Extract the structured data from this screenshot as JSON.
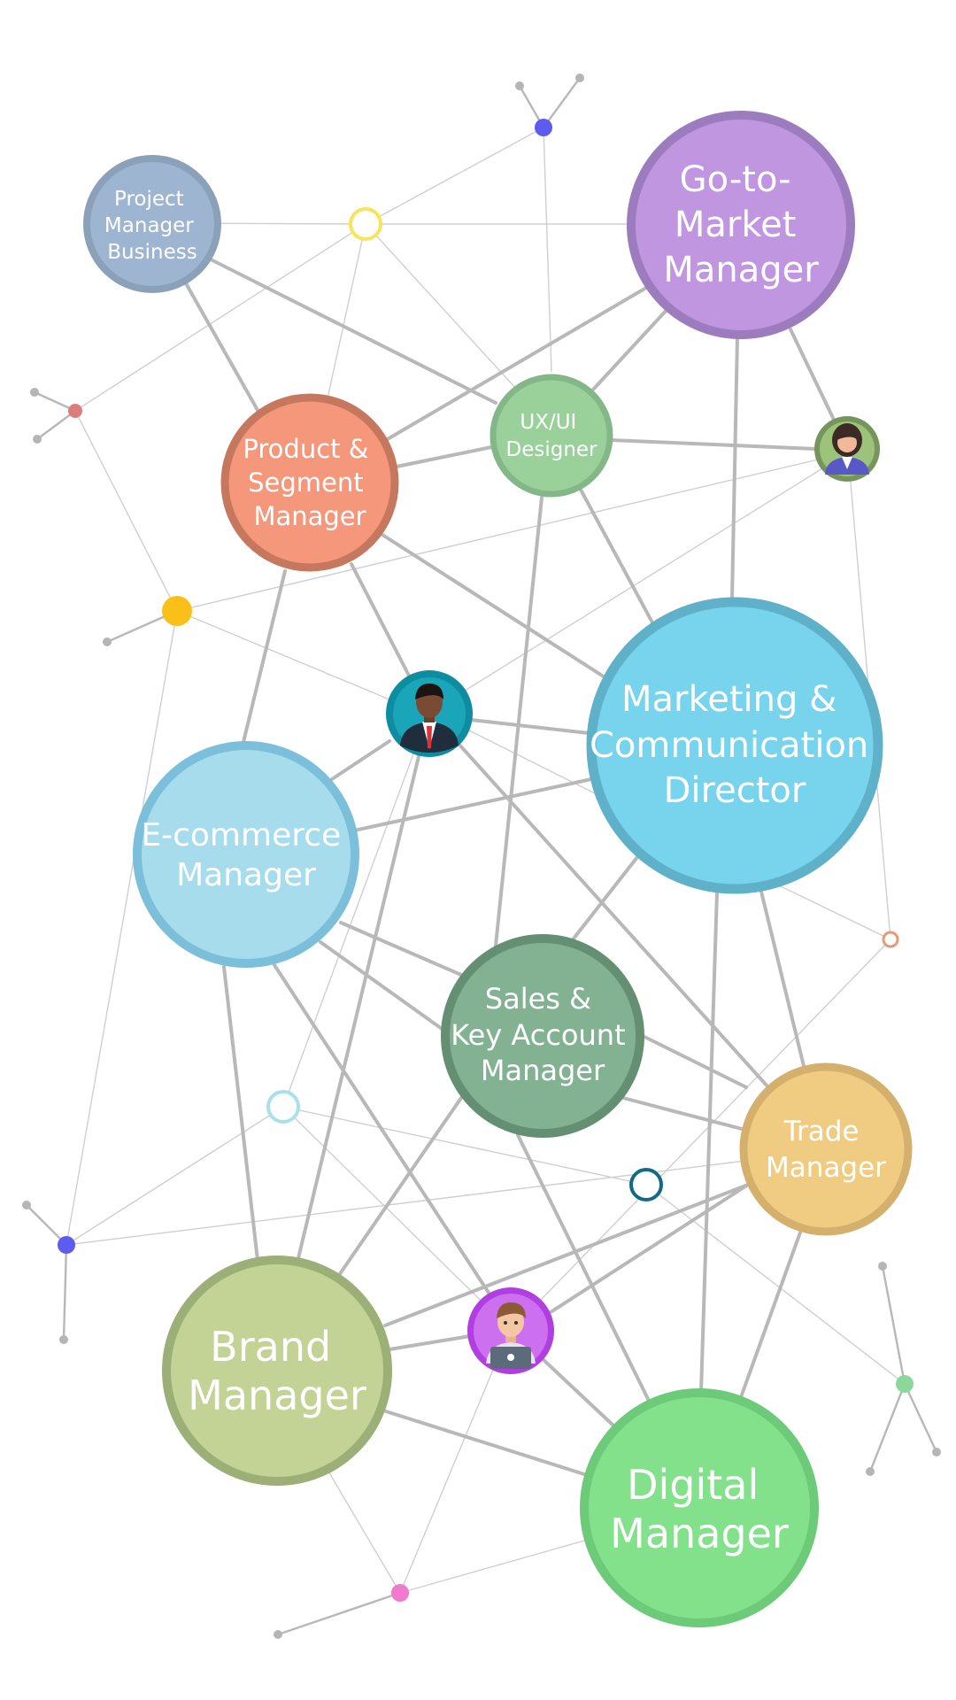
{
  "roles": [
    {
      "id": "pmb",
      "lines": [
        "Project",
        "Manager",
        "Business"
      ],
      "fill": "#9db5d0",
      "ring": "#8aa1b9"
    },
    {
      "id": "gtm",
      "lines": [
        "Go-to-",
        "Market",
        "Manager"
      ],
      "fill": "#c096e0",
      "ring": "#9c7bbf"
    },
    {
      "id": "ux",
      "lines": [
        "UX/UI",
        "Designer"
      ],
      "fill": "#9ad19b",
      "ring": "#84b788"
    },
    {
      "id": "psm",
      "lines": [
        "Product &",
        "Segment",
        "Manager"
      ],
      "fill": "#f5977a",
      "ring": "#c6785f"
    },
    {
      "id": "mcd",
      "lines": [
        "Marketing &",
        "Communication",
        "Director"
      ],
      "fill": "#78d3ed",
      "ring": "#5fb0c9"
    },
    {
      "id": "ecom",
      "lines": [
        "E-commerce",
        "Manager"
      ],
      "fill": "#a6dcec",
      "ring": "#7bbfdb"
    },
    {
      "id": "sales",
      "lines": [
        "Sales &",
        "Key Account",
        "Manager"
      ],
      "fill": "#82b292",
      "ring": "#648f73"
    },
    {
      "id": "trade",
      "lines": [
        "Trade",
        "Manager"
      ],
      "fill": "#efcc82",
      "ring": "#d5b06c"
    },
    {
      "id": "brand",
      "lines": [
        "Brand",
        "Manager"
      ],
      "fill": "#c3d295",
      "ring": "#9caf77"
    },
    {
      "id": "digital",
      "lines": [
        "Digital",
        "Manager"
      ],
      "fill": "#82e18a",
      "ring": "#6dca78"
    }
  ],
  "avatars": [
    {
      "id": "woman",
      "icon": "businesswoman-icon",
      "ring": "#76955d"
    },
    {
      "id": "man",
      "icon": "businessman-icon",
      "ring": "#0e8da0"
    },
    {
      "id": "designer",
      "icon": "developer-laptop-icon",
      "ring": "#b03ee0"
    }
  ],
  "colors": {
    "connector": "#b8b8b8",
    "connector_thin": "#cfcfcf",
    "background": "#ffffff"
  }
}
